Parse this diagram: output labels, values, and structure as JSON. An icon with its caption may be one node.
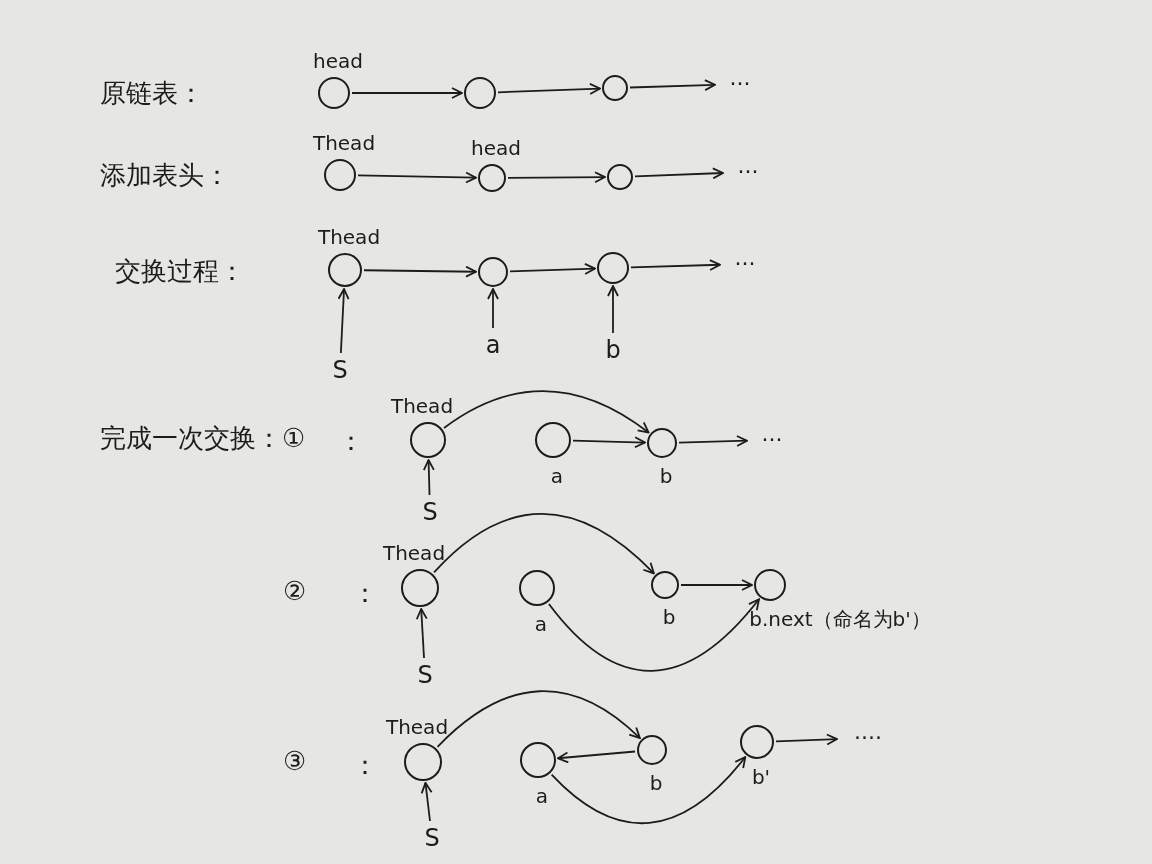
{
  "diagram": {
    "nodes": [
      {
        "text": [],
        "shape": "circle",
        "beside": [
          "head"
        ]
      },
      {
        "text": [],
        "shape": "circle"
      },
      {
        "text": [],
        "shape": "circle"
      },
      {
        "text": [
          "···"
        ]
      },
      {
        "text": [],
        "shape": "circle",
        "beside": [
          "Thead"
        ]
      },
      {
        "text": [],
        "shape": "circle",
        "beside": [
          "head"
        ]
      },
      {
        "text": [],
        "shape": "circle"
      },
      {
        "text": [
          "···"
        ]
      },
      {
        "text": [],
        "shape": "circle",
        "beside": [
          "Thead"
        ]
      },
      {
        "text": [],
        "shape": "circle"
      },
      {
        "text": [],
        "shape": "circle"
      },
      {
        "text": [
          "···"
        ]
      },
      {
        "text": [
          "S"
        ]
      },
      {
        "text": [
          "a"
        ]
      },
      {
        "text": [
          "b"
        ]
      },
      {
        "text": [],
        "shape": "circle",
        "beside": [
          "Thead"
        ]
      },
      {
        "text": [],
        "shape": "circle",
        "beside": [
          "a"
        ]
      },
      {
        "text": [],
        "shape": "circle",
        "beside": [
          "b"
        ]
      },
      {
        "text": [
          "···"
        ]
      },
      {
        "text": [
          "S"
        ]
      },
      {
        "text": [],
        "shape": "circle",
        "beside": [
          "Thead"
        ]
      },
      {
        "text": [],
        "shape": "circle",
        "beside": [
          "a"
        ]
      },
      {
        "text": [],
        "shape": "circle",
        "beside": [
          "b"
        ]
      },
      {
        "text": [],
        "shape": "circle",
        "beside": [
          "b.next（命名为b'）"
        ]
      },
      {
        "text": [
          "S"
        ]
      },
      {
        "text": [],
        "shape": "circle",
        "beside": [
          "Thead"
        ]
      },
      {
        "text": [],
        "shape": "circle",
        "beside": [
          "a"
        ]
      },
      {
        "text": [],
        "shape": "circle",
        "beside": [
          "b"
        ]
      },
      {
        "text": [],
        "shape": "circle",
        "beside": [
          "b'"
        ]
      },
      {
        "text": [
          "····"
        ]
      },
      {
        "text": [
          "S"
        ]
      }
    ],
    "edges": [
      {
        "from": 0,
        "to": 1,
        "arrow": "to"
      },
      {
        "from": 1,
        "to": 2,
        "arrow": "to"
      },
      {
        "from": 2,
        "to": 3,
        "arrow": "to"
      },
      {
        "from": 4,
        "to": 5,
        "arrow": "to"
      },
      {
        "from": 5,
        "to": 6,
        "arrow": "to"
      },
      {
        "from": 6,
        "to": 7,
        "arrow": "to"
      },
      {
        "from": 8,
        "to": 9,
        "arrow": "to"
      },
      {
        "from": 9,
        "to": 10,
        "arrow": "to"
      },
      {
        "from": 10,
        "to": 11,
        "arrow": "to"
      },
      {
        "from": 12,
        "to": 8,
        "arrow": "to"
      },
      {
        "from": 13,
        "to": 9,
        "arrow": "to"
      },
      {
        "from": 14,
        "to": 10,
        "arrow": "to"
      },
      {
        "from": 15,
        "to": 17,
        "arrow": "to"
      },
      {
        "from": 16,
        "to": 17,
        "arrow": "to"
      },
      {
        "from": 17,
        "to": 18,
        "arrow": "to"
      },
      {
        "from": 19,
        "to": 15,
        "arrow": "to"
      },
      {
        "from": 20,
        "to": 22,
        "arrow": "to"
      },
      {
        "from": 22,
        "to": 23,
        "arrow": "to"
      },
      {
        "from": 21,
        "to": 23,
        "arrow": "to"
      },
      {
        "from": 24,
        "to": 20,
        "arrow": "to"
      },
      {
        "from": 25,
        "to": 27,
        "arrow": "to"
      },
      {
        "from": 27,
        "to": 26,
        "arrow": "to"
      },
      {
        "from": 26,
        "to": 28,
        "arrow": "to"
      },
      {
        "from": 28,
        "to": 29,
        "arrow": "to"
      },
      {
        "from": 30,
        "to": 25,
        "arrow": "to"
      }
    ],
    "labels": [
      "原链表：",
      "添加表头：",
      "交换过程：",
      "完成一次交换：①",
      "：",
      "②",
      "：",
      "③",
      "："
    ]
  }
}
